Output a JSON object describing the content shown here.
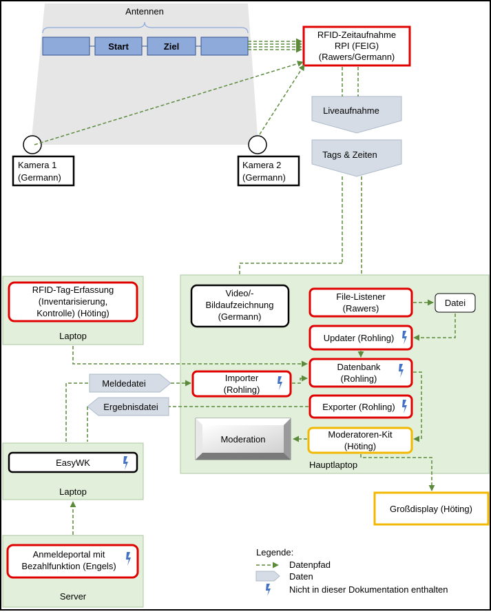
{
  "antennas": {
    "title": "Antennen",
    "segments": [
      "",
      "Start",
      "Ziel",
      ""
    ]
  },
  "rfid_timing": {
    "lines": [
      "RFID-Zeitaufnahme",
      "RPI (FEIG)",
      "(Rawers/Germann)"
    ]
  },
  "data_live": {
    "label": "Liveaufnahme"
  },
  "data_tags": {
    "label": "Tags & Zeiten"
  },
  "camera1": {
    "lines": [
      "Kamera 1",
      "(Germann)"
    ]
  },
  "camera2": {
    "lines": [
      "Kamera 2",
      "(Germann)"
    ]
  },
  "laptop_rfid": {
    "box_lines": [
      "RFID-Tag-Erfassung",
      "(Inventarisierung,",
      "Kontrolle) (Höting)"
    ],
    "label": "Laptop"
  },
  "main_laptop": {
    "label": "Hauptlaptop",
    "video": [
      "Video/-",
      "Bildaufzeichnung",
      "(Germann)"
    ],
    "file_listener": [
      "File-Listener",
      "(Rawers)"
    ],
    "datei": "Datei",
    "updater": "Updater (Rohling)",
    "datenbank": [
      "Datenbank",
      "(Rohling)"
    ],
    "importer": [
      "Importer",
      "(Rohling)"
    ],
    "exporter": "Exporter (Rohling)",
    "moderation": "Moderation",
    "moderatoren_kit": [
      "Moderatoren-Kit",
      "(Höting)"
    ]
  },
  "meldedatei": "Meldedatei",
  "ergebnisdatei": "Ergebnisdatei",
  "laptop_easywk": {
    "box": "EasyWK",
    "label": "Laptop"
  },
  "grossdisplay": "Großdisplay (Höting)",
  "server": {
    "box_lines": [
      "Anmeldeportal mit",
      "Bezahlfunktion (Engels)"
    ],
    "label": "Server"
  },
  "legend": {
    "title": "Legende:",
    "items": [
      "Datenpfad",
      "Daten",
      "Nicht in dieser Dokumentation enthalten"
    ]
  },
  "colors": {
    "arrow": "#5a8a3a",
    "red_border": "#e00000",
    "yellow_border": "#f2b800",
    "green_fill": "#e2efda",
    "blue_fill": "#8eaadb",
    "data_fill": "#d6dce5",
    "lightning": "#4472c4"
  }
}
